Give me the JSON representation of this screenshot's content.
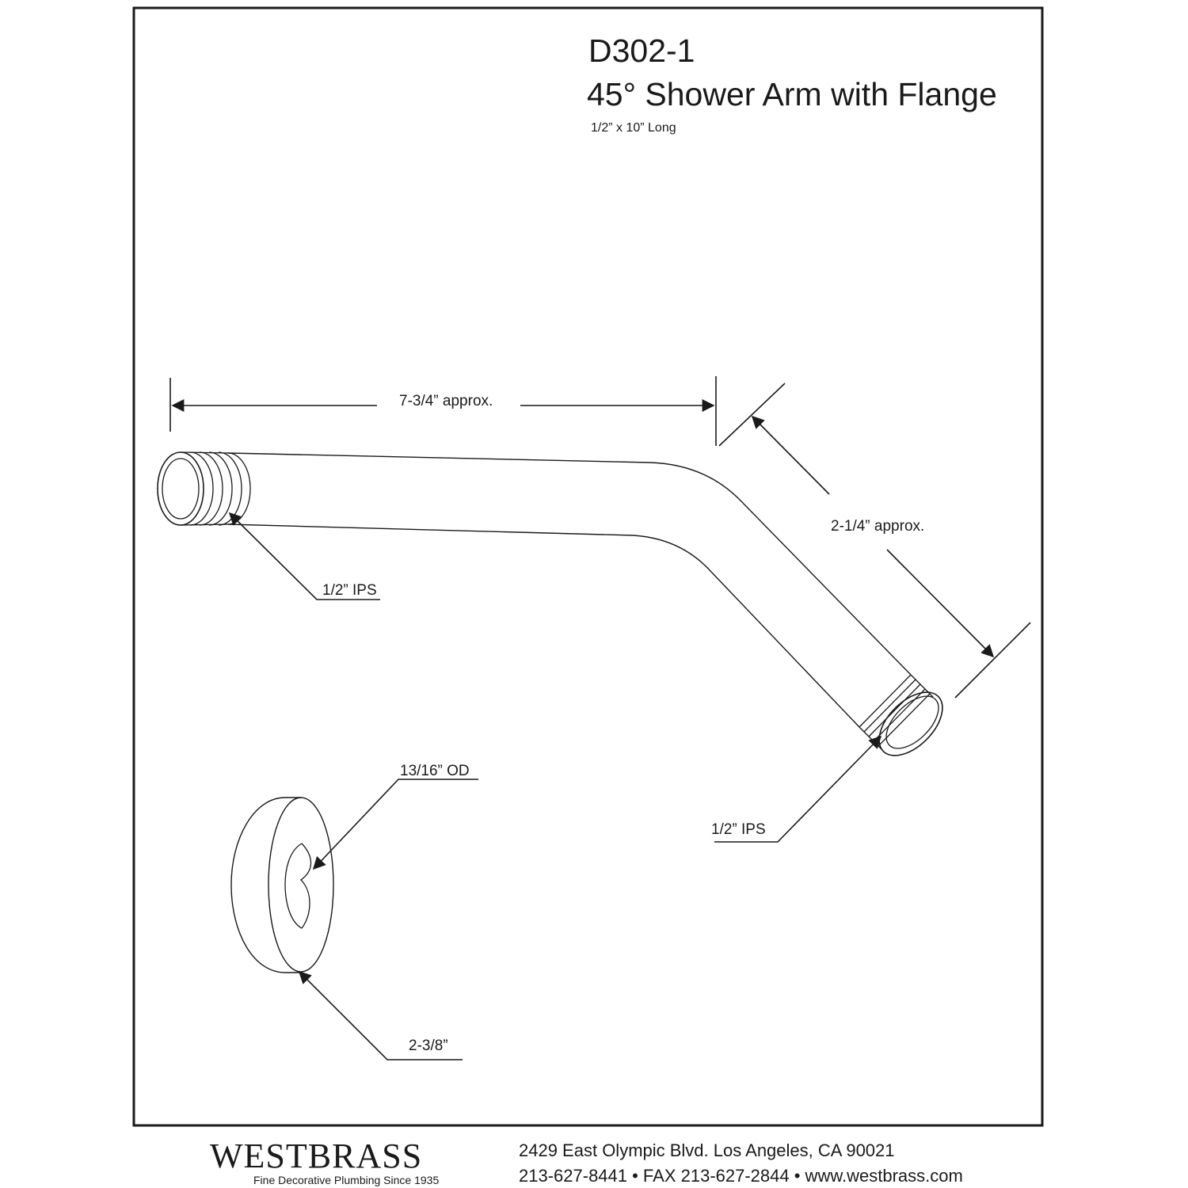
{
  "header": {
    "model": "D302-1",
    "title": "45° Shower Arm with Flange",
    "subtitle": "1/2” x 10” Long"
  },
  "dimensions": {
    "horizontal_length": "7-3/4” approx.",
    "angled_length": "2-1/4” approx.",
    "left_thread": "1/2” IPS",
    "right_thread": "1/2” IPS",
    "flange_inner": "13/16” OD",
    "flange_outer": "2-3/8”"
  },
  "footer": {
    "brand": "WESTBRASS",
    "tagline": "Fine Decorative Plumbing Since 1935",
    "address": "2429 East Olympic Blvd. Los Angeles, CA  90021",
    "contact": "213-627-8441 • FAX 213-627-2844 • www.westbrass.com"
  }
}
